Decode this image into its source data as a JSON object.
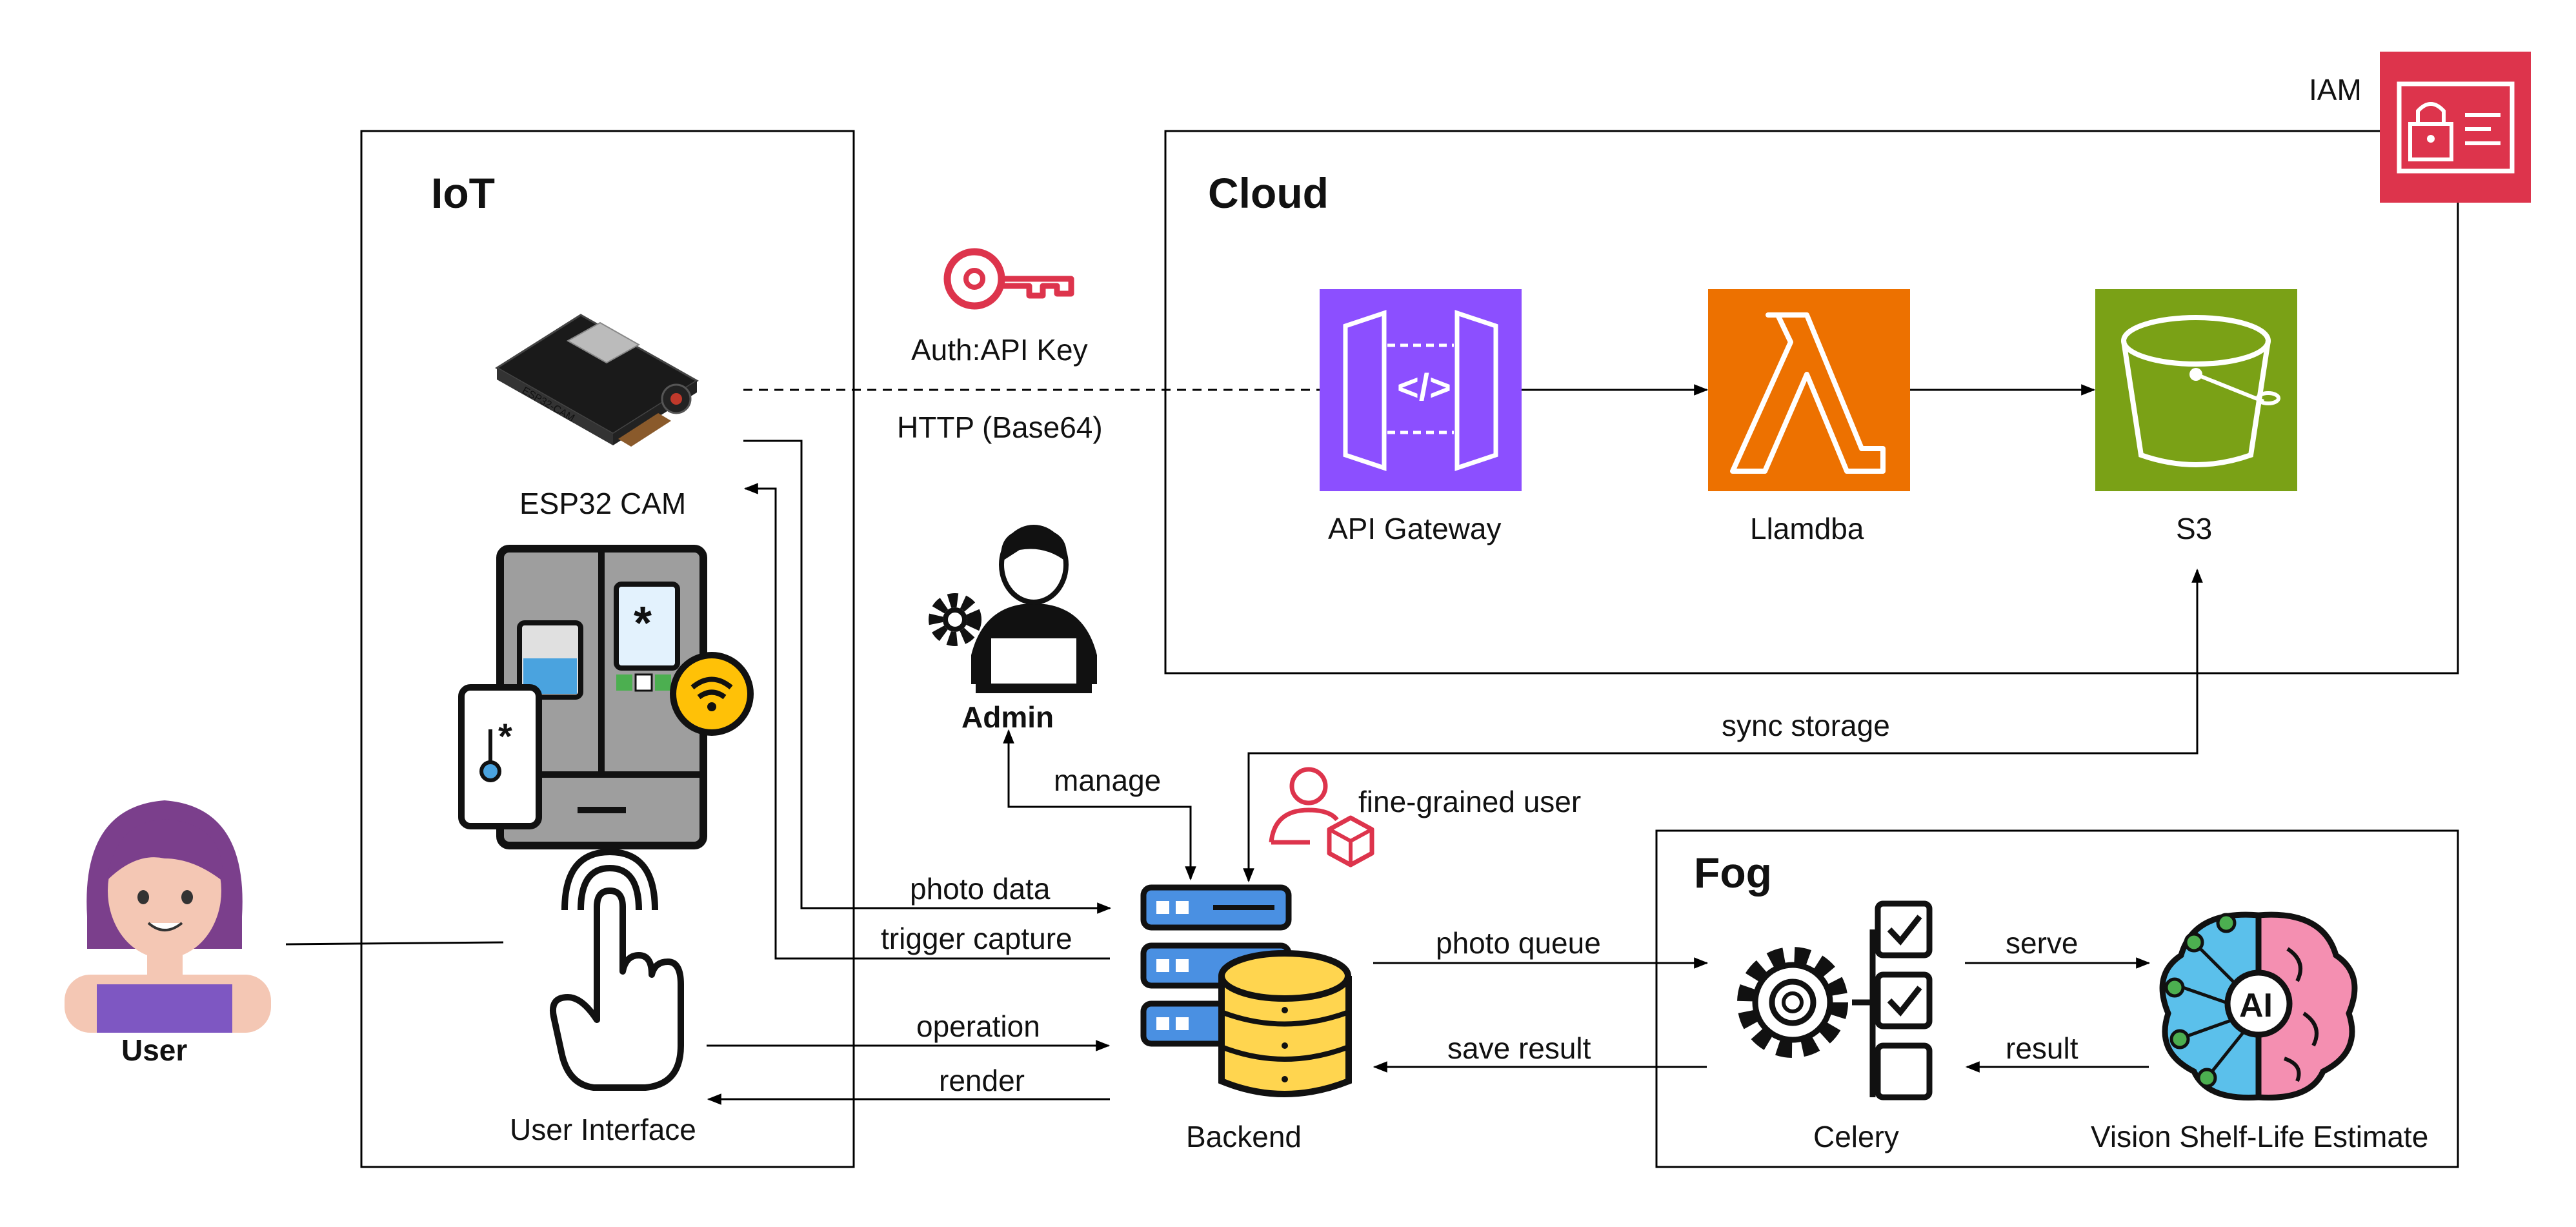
{
  "groups": {
    "iot": "IoT",
    "cloud": "Cloud",
    "fog": "Fog"
  },
  "nodes": {
    "esp32": "ESP32 CAM",
    "user_interface": "User Interface",
    "user": "User",
    "admin": "Admin",
    "api_gateway": "API Gateway",
    "lambda": "Llamdba",
    "s3": "S3",
    "iam": "IAM",
    "backend": "Backend",
    "celery": "Celery",
    "vision": "Vision Shelf-Life Estimate",
    "fine_grained_user": "fine-grained user"
  },
  "edges": {
    "auth": "Auth:API Key",
    "http": "HTTP (Base64)",
    "photo_data": "photo data",
    "trigger_capture": "trigger capture",
    "operation": "operation",
    "render": "render",
    "manage": "manage",
    "sync_storage": "sync storage",
    "photo_queue": "photo queue",
    "save_result": "save result",
    "serve": "serve",
    "result": "result"
  },
  "colors": {
    "api_gateway": "#8C4FFF",
    "lambda": "#ED7100",
    "s3": "#7AA116",
    "iam": "#DD344C",
    "key": "#DD344C",
    "server_blue": "#4A90E2",
    "database_yellow": "#FFD54F",
    "celery_gear": "#111111",
    "ai_blue": "#5BC0EB",
    "ai_pink": "#F48FB1"
  },
  "icons": {
    "esp32": "esp32-cam-board",
    "fridge": "smart-fridge-icon",
    "user": "woman-avatar",
    "ui": "touch-hand-icon",
    "admin": "admin-at-laptop-icon",
    "key": "key-icon",
    "api_gateway": "api-gateway-icon",
    "lambda": "lambda-icon",
    "s3": "bucket-icon",
    "iam": "iam-id-card-icon",
    "fine_grained_user": "user-with-box-icon",
    "backend": "server-database-icon",
    "celery": "gear-checklist-icon",
    "vision": "ai-brain-icon"
  }
}
